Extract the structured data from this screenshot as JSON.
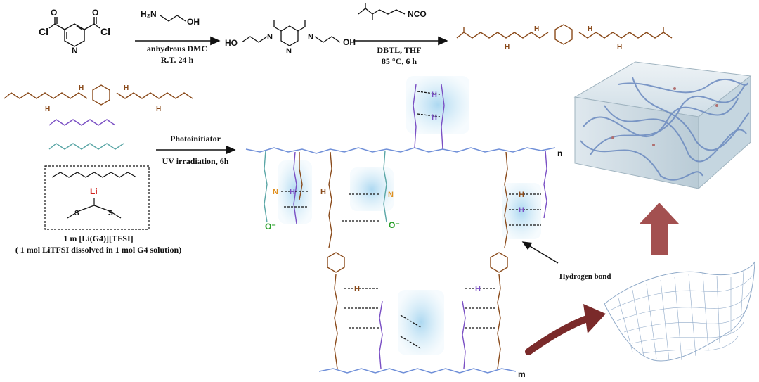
{
  "reaction": {
    "reagent1": "H2N-CH2CH2-OH",
    "condition1_top": "anhydrous DMC",
    "condition1_bottom": "R.T. 24 h",
    "reagent2": "NCO",
    "condition2_top": "DBTL, THF",
    "condition2_bottom": "85 °C, 6 h"
  },
  "step2": {
    "condition_top": "Photoinitiator",
    "condition_bottom": "UV irradiation, 6h"
  },
  "electrolyte": {
    "label_line1": "1 m [Li(G4)][TFSI]",
    "label_line2": "( 1 mol LiTFSI dissolved in 1 mol G4 solution)",
    "li": "Li"
  },
  "network": {
    "hbond_label": "Hydrogen bond",
    "sub_n": "n",
    "sub_m": "m"
  },
  "colors": {
    "brown": "#8a4a1a",
    "purple": "#7a4fc4",
    "teal": "#5aa6a6",
    "blue_backbone": "#6f8fd8",
    "glow": "#b8def2",
    "arrow_red": "#a35050",
    "dark_arrow": "#7a2a2a",
    "li_red": "#d0201a"
  }
}
